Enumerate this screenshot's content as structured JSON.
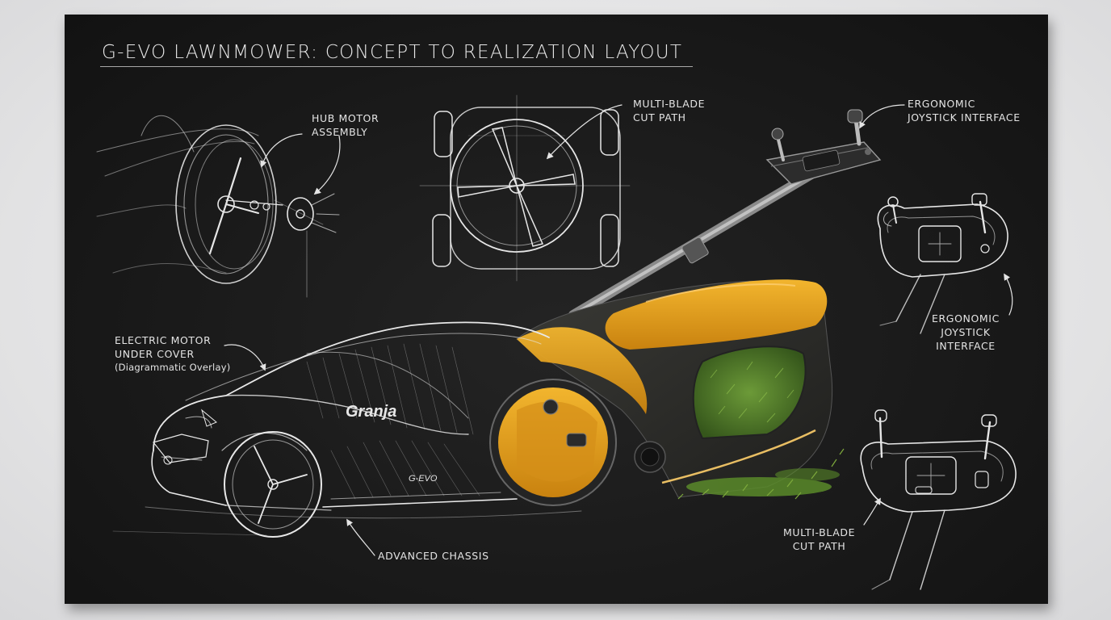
{
  "poster": {
    "title": "G-EVO LAWNMOWER: CONCEPT TO REALIZATION LAYOUT",
    "brand_badge": "Granja",
    "model_badge": "G-EVO"
  },
  "callouts": {
    "hub_motor": [
      "HUB MOTOR",
      "ASSEMBLY"
    ],
    "multi_blade_top": [
      "MULTI-BLADE",
      "CUT PATH"
    ],
    "joystick_top": [
      "ERGONOMIC",
      "JOYSTICK INTERFACE"
    ],
    "joystick_mid": [
      "ERGONOMIC",
      "JOYSTICK",
      "INTERFACE"
    ],
    "electric_motor": [
      "ELECTRIC MOTOR",
      "UNDER COVER",
      "(Diagrammatic Overlay)"
    ],
    "advanced_chassis": [
      "ADVANCED CHASSIS"
    ],
    "multi_blade_bottom": [
      "MULTI-BLADE",
      "CUT PATH"
    ]
  },
  "colors": {
    "board": "#1a1a1a",
    "sketch_line": "#e6e6e6",
    "body_orange": "#e9a21e",
    "body_dark": "#2b2b28",
    "grass": "#4f7a2a"
  }
}
